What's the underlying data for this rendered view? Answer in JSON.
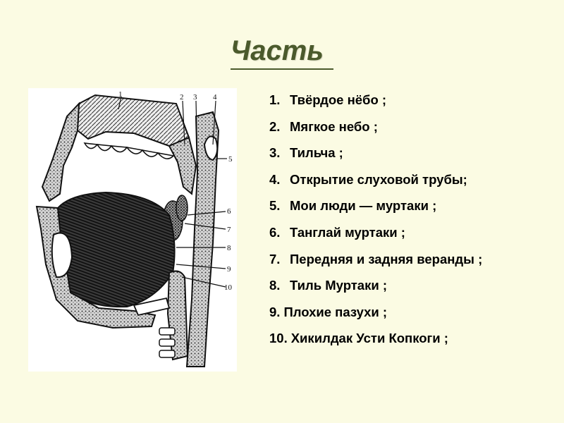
{
  "page": {
    "title": "Часть",
    "background": "#fbfbe3",
    "title_color": "#4b5a2c"
  },
  "figure": {
    "description_icon": "mouth-pharynx-sagittal-section",
    "labels": [
      "1",
      "2",
      "3",
      "4",
      "5",
      "6",
      "7",
      "8",
      "9",
      "10"
    ]
  },
  "legend": {
    "items": [
      {
        "num": "1.",
        "text": "Твёрдое нёбо ;"
      },
      {
        "num": "2.",
        "text": "Мягкое небо ;"
      },
      {
        "num": "3.",
        "text": "Тильча ;"
      },
      {
        "num": "4.",
        "text": "Открытие слуховой трубы;"
      },
      {
        "num": "5.",
        "text": "Мои люди — муртаки ;"
      },
      {
        "num": "6.",
        "text": "Танглай муртаки ;"
      },
      {
        "num": "7.",
        "text": "Передняя и задняя веранды ;"
      },
      {
        "num": "8.",
        "text": "Тиль Муртаки ;"
      },
      {
        "num": "9.",
        "text": "Плохие пазухи ;"
      },
      {
        "num": "10.",
        "text": "Хикилдак Усти Копкоги ;"
      }
    ]
  }
}
